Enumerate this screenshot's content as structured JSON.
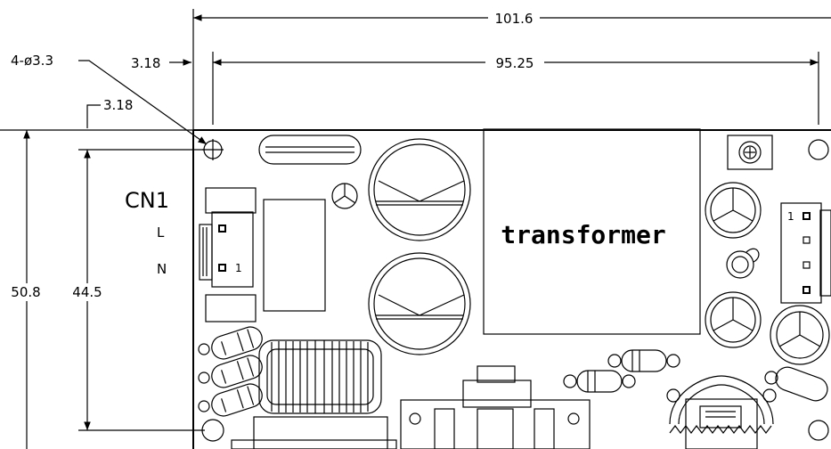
{
  "dimensions": {
    "overall_width": "101.6",
    "hole_span": "95.25",
    "hole_offset_x": "3.18",
    "hole_offset_y": "3.18",
    "hole_spec": "4-ø3.3",
    "overall_height": "50.8",
    "hole_span_vertical": "44.5"
  },
  "labels": {
    "connector": "CN1",
    "pin_l": "L",
    "pin_n": "N",
    "pin_1": "1",
    "pin_1_right": "1",
    "transformer": "transformer"
  }
}
